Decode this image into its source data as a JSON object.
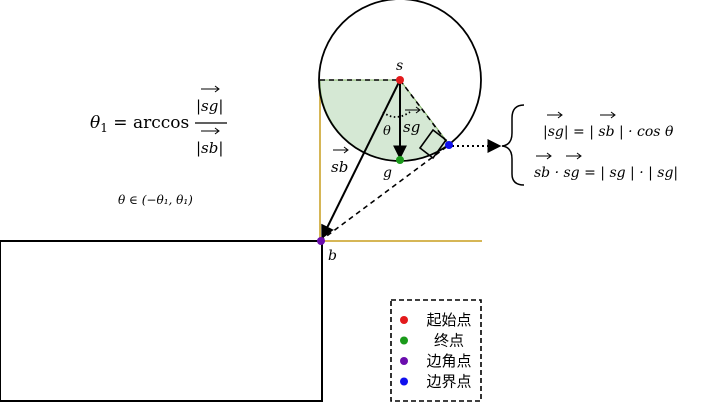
{
  "labels": {
    "s": "s",
    "g": "g",
    "b": "b",
    "theta": "θ",
    "sg": "sg",
    "sb": "sb"
  },
  "formula_theta1": {
    "lhs": "θ",
    "lhs_sub": "1",
    "eq": " = arccos",
    "num": "|sg|",
    "den": "|sb|"
  },
  "formula_range": "θ ∈ (−θ₁, θ₁)",
  "brace_lines": {
    "line1": "|sg| = | sb | · cos θ",
    "line2": "sb · sg = | sg | · | sg|"
  },
  "legend": {
    "items": [
      {
        "label": "起始点",
        "color": "#e31a1c"
      },
      {
        "label": "终点",
        "color": "#1a9a1a"
      },
      {
        "label": "边角点",
        "color": "#6a0dad"
      },
      {
        "label": "边界点",
        "color": "#1010ee"
      }
    ]
  },
  "colors": {
    "sector_fill": "#d5e8d4",
    "sector_stroke": "#82b366",
    "boundary_line": "#d6b656"
  }
}
